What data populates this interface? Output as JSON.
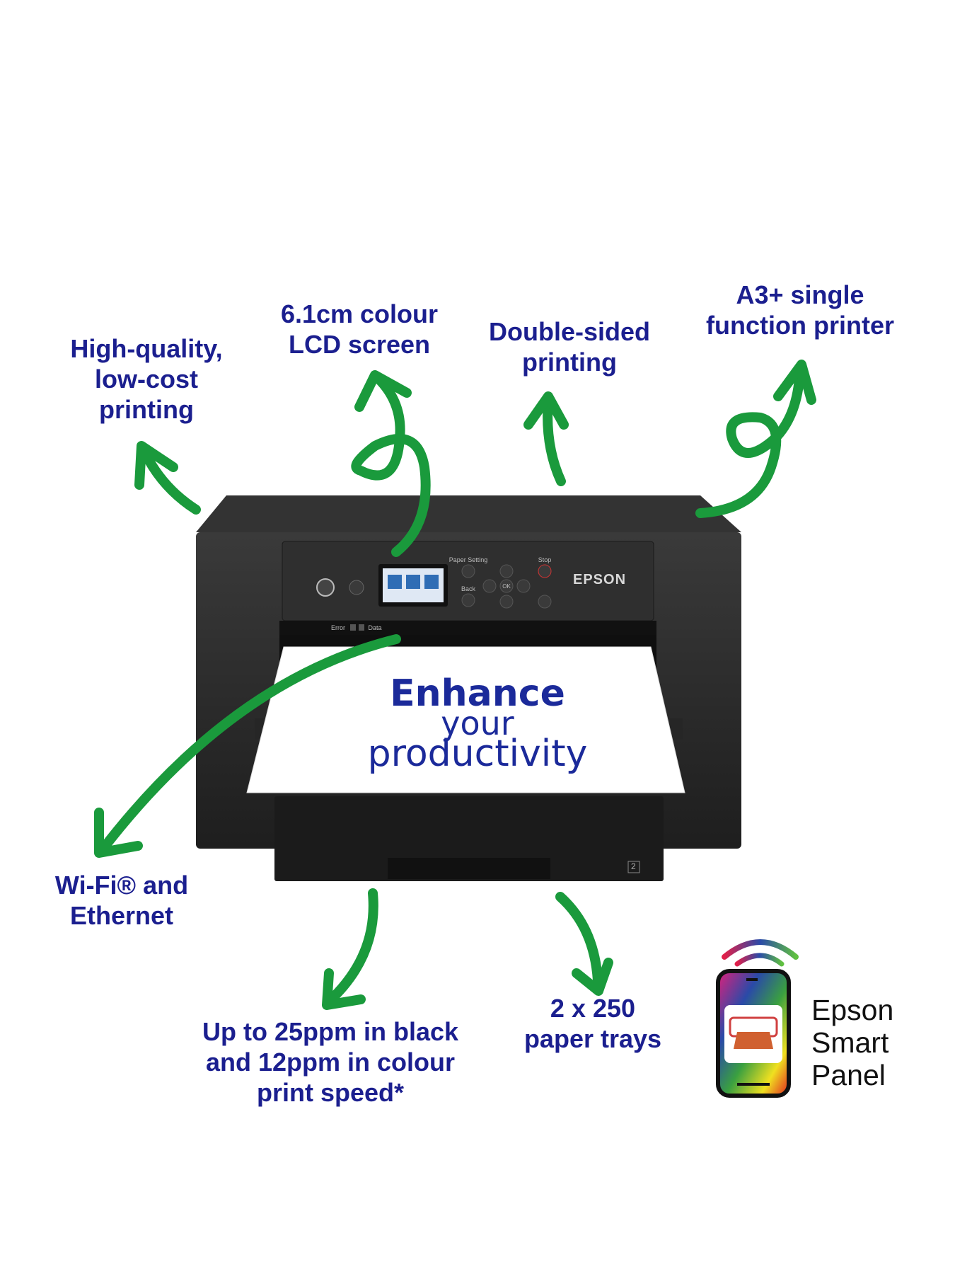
{
  "features": {
    "quality": [
      "High-quality,",
      "low-cost",
      "printing"
    ],
    "lcd": [
      "6.1cm colour",
      "LCD screen"
    ],
    "duplex": [
      "Double-sided",
      "printing"
    ],
    "a3": [
      "A3+ single",
      "function printer"
    ],
    "wifi": [
      "Wi-Fi® and",
      "Ethernet"
    ],
    "speed": [
      "Up to 25ppm in black",
      "and 12ppm in colour",
      "print speed*"
    ],
    "trays": [
      "2 x 250",
      "paper trays"
    ]
  },
  "paper": [
    "Enhance",
    "your",
    "productivity"
  ],
  "printer": {
    "brand": "EPSON",
    "panel_labels": {
      "paper_setting": "Paper Setting",
      "stop": "Stop",
      "back": "Back",
      "ok": "OK",
      "error": "Error",
      "data": "Data"
    },
    "tray_number": "2"
  },
  "smart_panel": [
    "Epson",
    "Smart",
    "Panel"
  ],
  "colors": {
    "text": "#1b1f8f",
    "arrow": "#1a9a3c",
    "printer": "#2a2a2a"
  }
}
